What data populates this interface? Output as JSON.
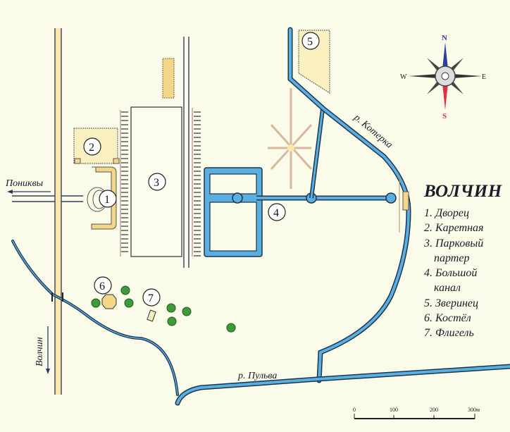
{
  "map": {
    "title": "ВОЛЧИН",
    "legend": [
      {
        "num": "1.",
        "text": "Дворец"
      },
      {
        "num": "2.",
        "text": "Каретная"
      },
      {
        "num": "3.",
        "text": "Парковый",
        "cont": "партер"
      },
      {
        "num": "4.",
        "text": "Большой",
        "cont": "канал"
      },
      {
        "num": "5.",
        "text": "Зверинец"
      },
      {
        "num": "6.",
        "text": "Костёл"
      },
      {
        "num": "7.",
        "text": "Флигель"
      }
    ],
    "markers": [
      "1",
      "2",
      "3",
      "4",
      "5",
      "6",
      "7"
    ],
    "labels": {
      "road_west": "Пониквы",
      "road_south": "Волчин",
      "river_koterka": "р. Котерка",
      "river_pulva": "р. Пульва"
    },
    "compass": {
      "n": "N",
      "s": "S",
      "e": "E",
      "w": "W"
    },
    "scale": {
      "ticks": [
        "0",
        "100",
        "200",
        "300м"
      ]
    },
    "colors": {
      "background": "#fbfbe9",
      "water": "#5aaee0",
      "water_edge": "#1c3550",
      "building": "#f4d68a",
      "tree": "#3e9a3a",
      "north": "#2c3fa0",
      "south": "#e03040"
    }
  }
}
